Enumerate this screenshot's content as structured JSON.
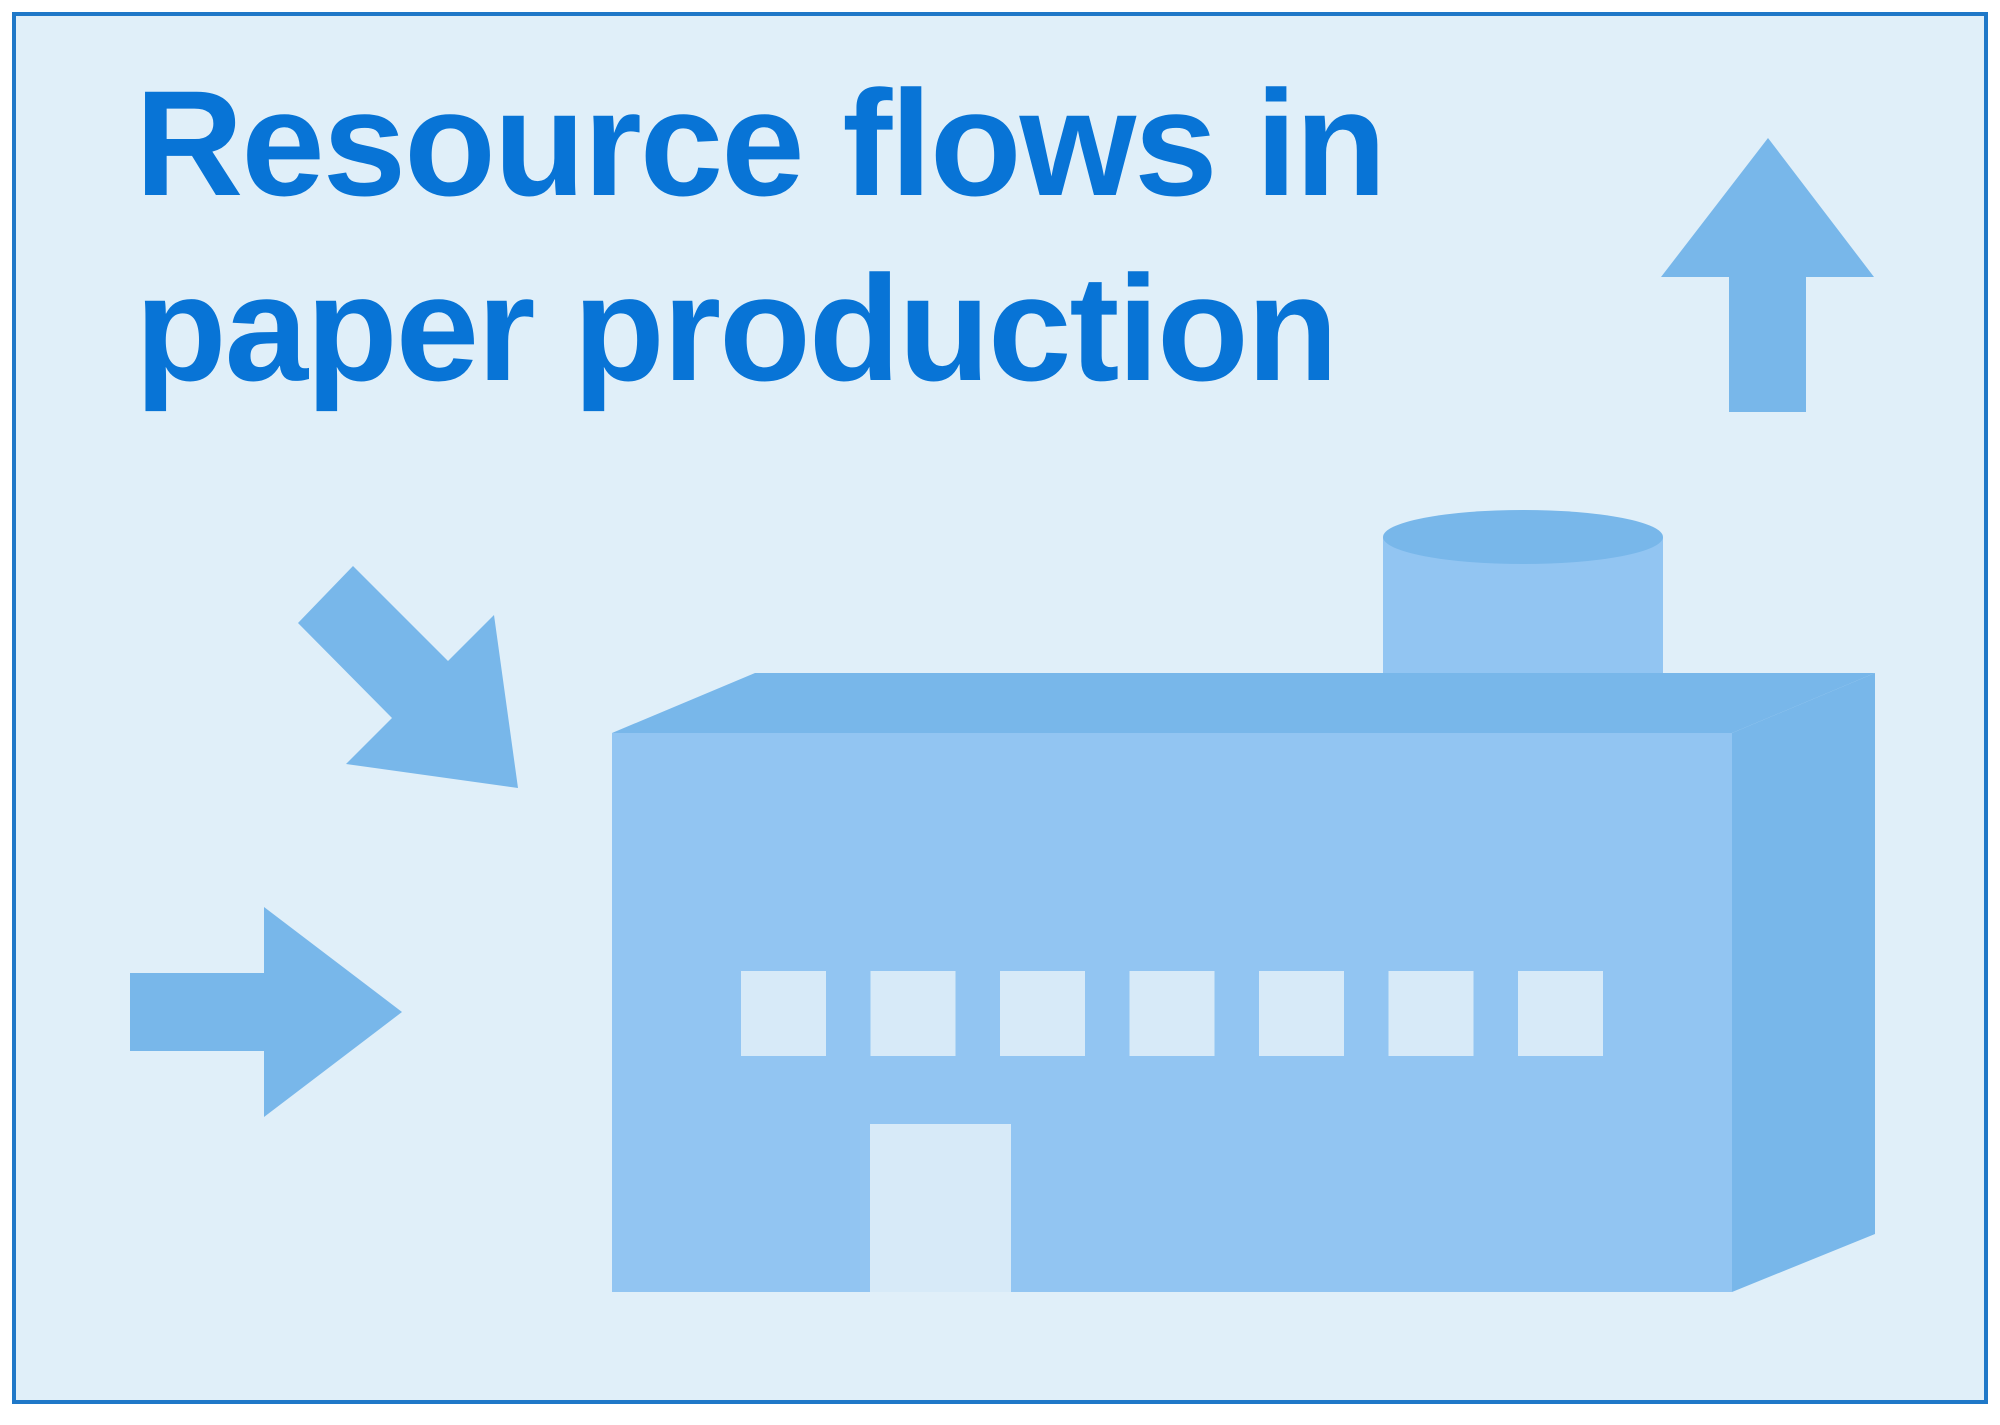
{
  "title": {
    "line1": "Resource flows in",
    "line2": "paper production"
  },
  "colors": {
    "background": "#e0eff9",
    "border": "#1f78c8",
    "title": "#0874d6",
    "arrow": "#78b7ea",
    "building_front": "#92c5f2",
    "building_side": "#78b7ea",
    "window": "#d7eaf8"
  },
  "icons": {
    "factory": "factory-icon",
    "input_arrow_diagonal": "arrow-down-right-icon",
    "input_arrow_horizontal": "arrow-right-icon",
    "output_arrow": "arrow-up-icon"
  },
  "windows": [
    {
      "id": 1
    },
    {
      "id": 2
    },
    {
      "id": 3
    },
    {
      "id": 4
    },
    {
      "id": 5
    },
    {
      "id": 6
    },
    {
      "id": 7
    }
  ]
}
